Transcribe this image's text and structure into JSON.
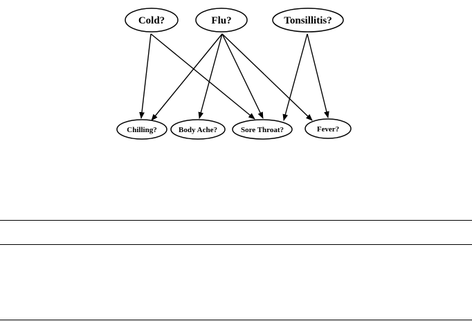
{
  "diagram": {
    "causes": [
      {
        "id": "cold",
        "label": "Cold?"
      },
      {
        "id": "flu",
        "label": "Flu?"
      },
      {
        "id": "tonsillitis",
        "label": "Tonsillitis?"
      }
    ],
    "symptoms": [
      {
        "id": "chilling",
        "label": "Chilling?"
      },
      {
        "id": "body-ache",
        "label": "Body Ache?"
      },
      {
        "id": "sore-throat",
        "label": "Sore Throat?"
      },
      {
        "id": "fever",
        "label": "Fever?"
      }
    ],
    "edges": [
      [
        "cold",
        "chilling"
      ],
      [
        "cold",
        "sore-throat"
      ],
      [
        "flu",
        "chilling"
      ],
      [
        "flu",
        "body-ache"
      ],
      [
        "flu",
        "sore-throat"
      ],
      [
        "flu",
        "fever"
      ],
      [
        "tonsillitis",
        "sore-throat"
      ],
      [
        "tonsillitis",
        "fever"
      ]
    ]
  }
}
